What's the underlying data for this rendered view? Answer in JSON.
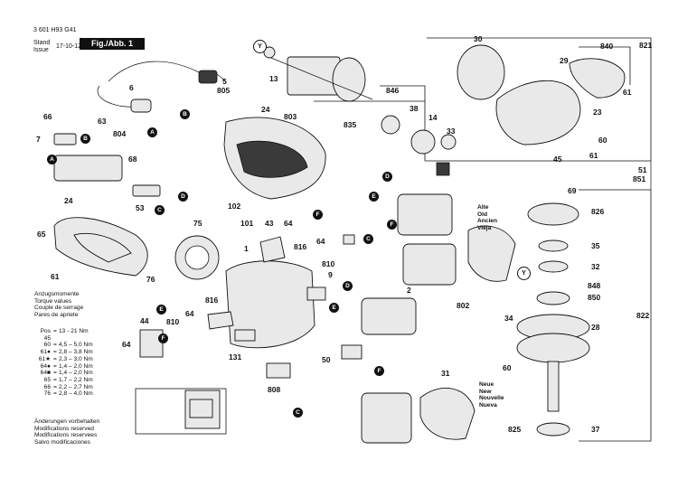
{
  "header": {
    "doc_number": "3 601 H93 G41",
    "stand_label": "Stand",
    "issue_label": "Issue",
    "date": "17-10-12",
    "fig_label": "Fig./Abb. 1"
  },
  "torque_titles": [
    "Anzugsmomente",
    "Torque values",
    "Couple de serrage",
    "Pares de apriete"
  ],
  "torque_table": [
    {
      "pos": "Pos 45",
      "eq": "=",
      "val": "13 - 21 Nm"
    },
    {
      "pos": "60",
      "eq": "=",
      "val": "4,5 – 5,0 Nm"
    },
    {
      "pos": "61●",
      "eq": "=",
      "val": "2,8 – 3,8 Nm"
    },
    {
      "pos": "61★",
      "eq": "=",
      "val": "2,3 – 3,0 Nm"
    },
    {
      "pos": "64●",
      "eq": "=",
      "val": "1,4 – 2,0 Nm"
    },
    {
      "pos": "64■",
      "eq": "=",
      "val": "1,4 – 2,0 Nm"
    },
    {
      "pos": "65",
      "eq": "=",
      "val": "1,7 – 2,2 Nm"
    },
    {
      "pos": "66",
      "eq": "=",
      "val": "2,2 – 2,7 Nm"
    },
    {
      "pos": "76",
      "eq": "=",
      "val": "2,8 – 4,0 Nm"
    }
  ],
  "notes": [
    "Änderungen vorbehalten",
    "Modifications reserved",
    "Modifications reservees",
    "Salvo modificaciones"
  ],
  "version_old": [
    "Alte",
    "Old",
    "Ancien",
    "Vieja"
  ],
  "version_new": [
    "Neue",
    "New",
    "Nouvelle",
    "Nueva"
  ],
  "part_numbers": {
    "p5": "5",
    "p805": "805",
    "p6": "6",
    "p66": "66",
    "p63": "63",
    "p804": "804",
    "p7": "7",
    "p68": "68",
    "p53": "53",
    "p24a": "24",
    "p65": "65",
    "p61a": "61",
    "p13": "13",
    "p803": "803",
    "p24b": "24",
    "p835": "835",
    "p846": "846",
    "p38": "38",
    "p14": "14",
    "p33": "33",
    "p30": "30",
    "p840": "840",
    "p821": "821",
    "p29": "29",
    "p61b": "61",
    "p23": "23",
    "p60a": "60",
    "p61c": "61",
    "p45": "45",
    "p51": "51",
    "p851": "851",
    "p69": "69",
    "p826": "826",
    "p35": "35",
    "p32": "32",
    "p848": "848",
    "p850": "850",
    "p34": "34",
    "p28": "28",
    "p822": "822",
    "p60b": "60",
    "p825": "825",
    "p37": "37",
    "p102": "102",
    "p101": "101",
    "p43": "43",
    "p64a": "64",
    "p816a": "816",
    "p64b": "64",
    "p810a": "810",
    "p75": "75",
    "p76": "76",
    "p1": "1",
    "p9": "9",
    "p2": "2",
    "p802": "802",
    "p816b": "816",
    "p64c": "64",
    "p810b": "810",
    "p44": "44",
    "p64d": "64",
    "p131": "131",
    "p50": "50",
    "p808": "808",
    "p31": "31"
  },
  "callouts": {
    "A": "A",
    "B": "B",
    "C": "C",
    "D": "D",
    "E": "E",
    "F": "F",
    "Y": "Y"
  }
}
